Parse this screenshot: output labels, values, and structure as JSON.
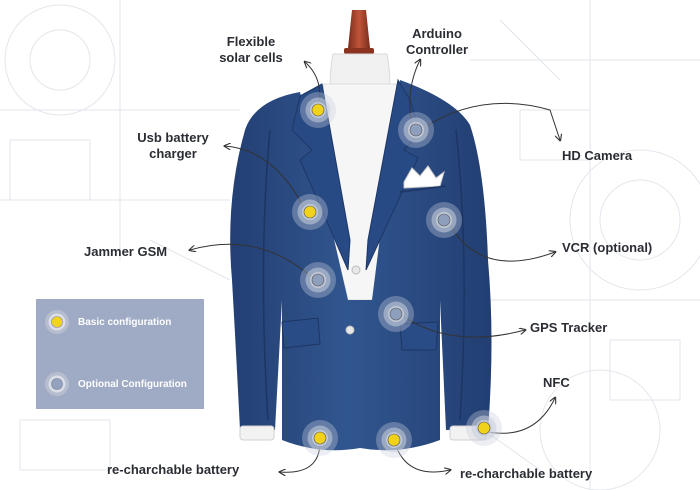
{
  "colors": {
    "jacket": "#2d4f8a",
    "jacket_shadow": "#1f3a6b",
    "shirt": "#f4f4f4",
    "mannequin_wood": "#a0402a",
    "basic_dot": "#f1d21a",
    "optional_dot": "#8e9fbd",
    "legend_bg": "#9ca7c3",
    "label_text": "#2a2d33"
  },
  "callouts": [
    {
      "id": "solar",
      "text": "Flexible\nsolar cells"
    },
    {
      "id": "arduino",
      "text": "Arduino\nController"
    },
    {
      "id": "usb",
      "text": "Usb battery\ncharger"
    },
    {
      "id": "camera",
      "text": "HD Camera"
    },
    {
      "id": "jammer",
      "text": "Jammer GSM"
    },
    {
      "id": "vcr",
      "text": "VCR (optional)"
    },
    {
      "id": "gps",
      "text": "GPS Tracker"
    },
    {
      "id": "nfc",
      "text": "NFC"
    },
    {
      "id": "battery_left",
      "text": "re-charchable battery"
    },
    {
      "id": "battery_right",
      "text": "re-charchable battery"
    }
  ],
  "legend": {
    "basic_label": "Basic configuration",
    "optional_label": "Optional Configuration",
    "basic_icon": "yellow-dot-icon",
    "optional_icon": "blue-dot-icon"
  }
}
